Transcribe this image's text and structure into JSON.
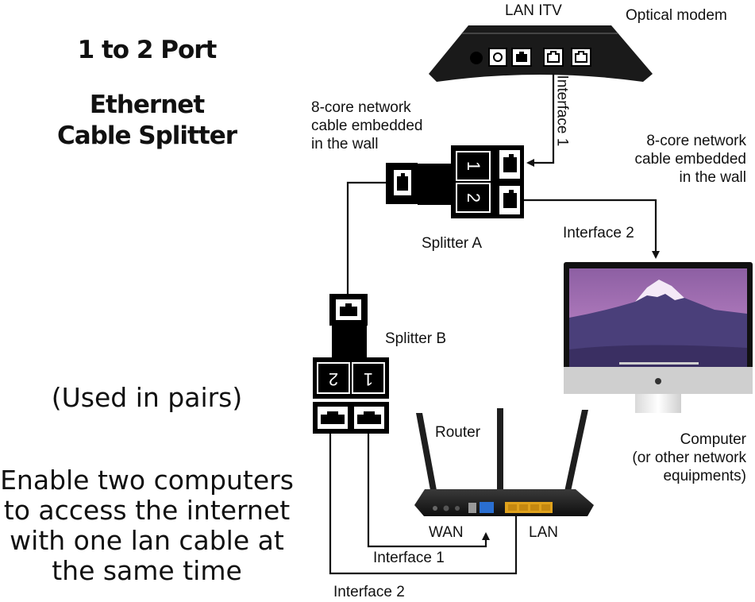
{
  "title": {
    "line1": "1 to 2 Port",
    "line2": "Ethernet",
    "line3": "Cable Splitter"
  },
  "note_pairs": "(Used in pairs)",
  "note_enable": [
    "Enable two computers",
    "to access the internet",
    "with one lan cable at",
    "the same time"
  ],
  "labels": {
    "lan_itv": "LAN ITV",
    "optical_modem": "Optical modem",
    "interface1_top": "Interface 1",
    "cable_left": [
      "8-core network",
      "cable embedded",
      "in the wall"
    ],
    "cable_right": [
      "8-core network",
      "cable embedded",
      "in the wall"
    ],
    "splitter_a": "Splitter A",
    "interface2_top": "Interface 2",
    "splitter_b": "Splitter B",
    "router": "Router",
    "wan": "WAN",
    "lan": "LAN",
    "interface1_bottom": "Interface 1",
    "interface2_bottom": "Interface 2",
    "computer": [
      "Computer",
      "(or other network",
      "equipments)"
    ]
  },
  "splitter_a_ports": [
    "1",
    "2"
  ],
  "splitter_b_ports": [
    "2",
    "1"
  ],
  "colors": {
    "line": "#111111",
    "screen_sky": "#a16fb0",
    "wan_port": "#2a6fd1",
    "lan_ports": "#e0a21c"
  }
}
